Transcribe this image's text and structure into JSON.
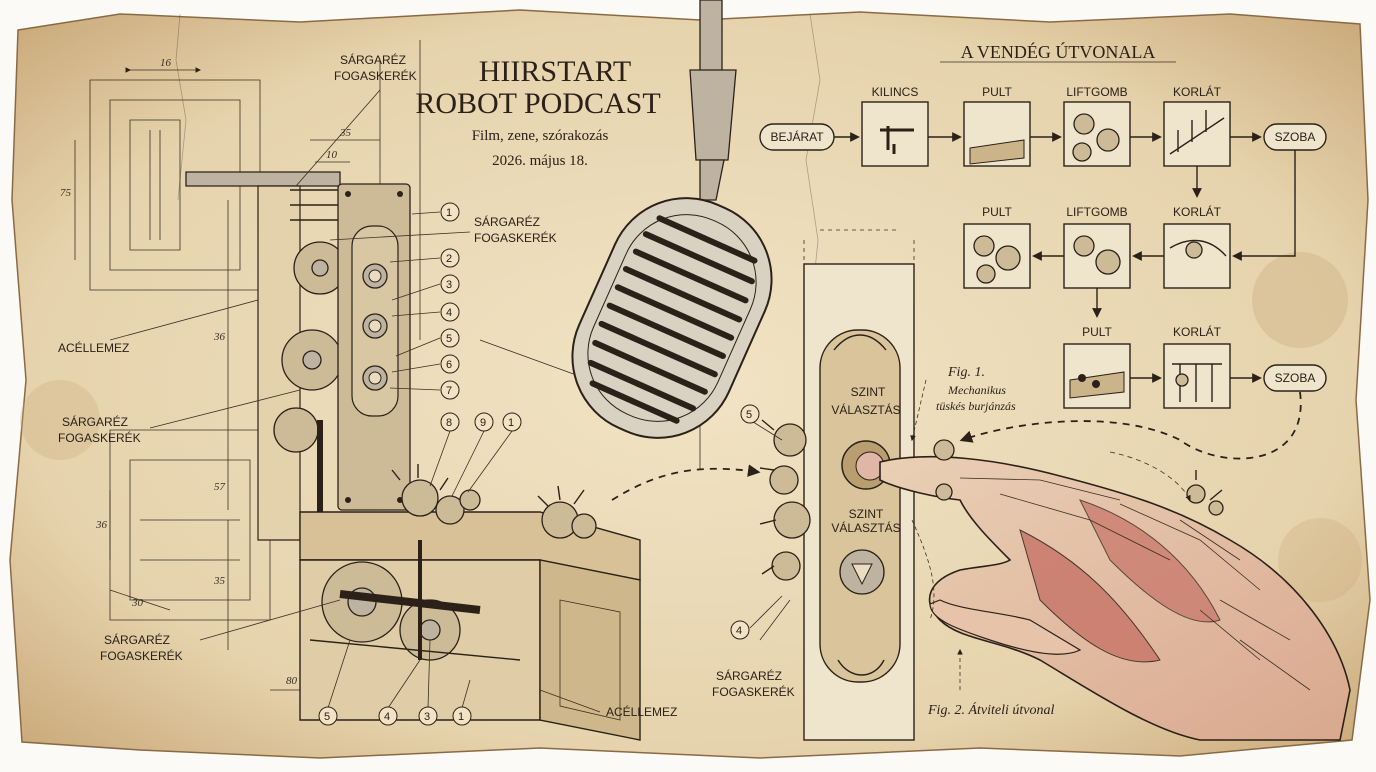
{
  "header": {
    "title_line1": "HIIRSTART",
    "title_line2": "ROBOT PODCAST",
    "subtitle": "Film, zene, szórakozás",
    "date": "2026. május 18."
  },
  "labels": {
    "brass_gear": "SÁRGARÉZ",
    "brass_gear_2": "FOGASKERÉK",
    "steel_plate": "ACÉLLEMEZ"
  },
  "dimensions": [
    "16",
    "75",
    "35",
    "10",
    "36",
    "57",
    "36",
    "35",
    "30",
    "80"
  ],
  "callouts": {
    "panel": [
      "1",
      "2",
      "3",
      "4",
      "5",
      "6",
      "7"
    ],
    "gearbox": [
      "8",
      "9",
      "1"
    ],
    "bottom": [
      "5",
      "4",
      "3",
      "1"
    ],
    "elevator": [
      "5",
      "4"
    ]
  },
  "elevator_panel": {
    "label_line1": "SZINT",
    "label_line2": "VÁLASZTÁS",
    "label2_line1": "SZINT",
    "label2_line2": "VÁLASZTÁS"
  },
  "figures": {
    "fig1_title": "Fig. 1.",
    "fig1_line1": "Mechanikus",
    "fig1_line2": "tüskés burjánzás",
    "fig2": "Fig. 2. Átviteli útvonal"
  },
  "flow": {
    "title": "A VENDÉG ÚTVONALA",
    "start": "BEJÁRAT",
    "row1": [
      "KILINCS",
      "PULT",
      "LIFTGOMB",
      "KORLÁT"
    ],
    "end1": "SZOBA",
    "row2": [
      "PULT",
      "LIFTGOMB",
      "KORLÁT"
    ],
    "row3": [
      "PULT",
      "KORLÁT"
    ],
    "end2": "SZOBA"
  },
  "colors": {
    "paper": "#ead9b5",
    "ink": "#2b2118",
    "brass": "#cdbb98",
    "muscle": "#c9786a"
  }
}
